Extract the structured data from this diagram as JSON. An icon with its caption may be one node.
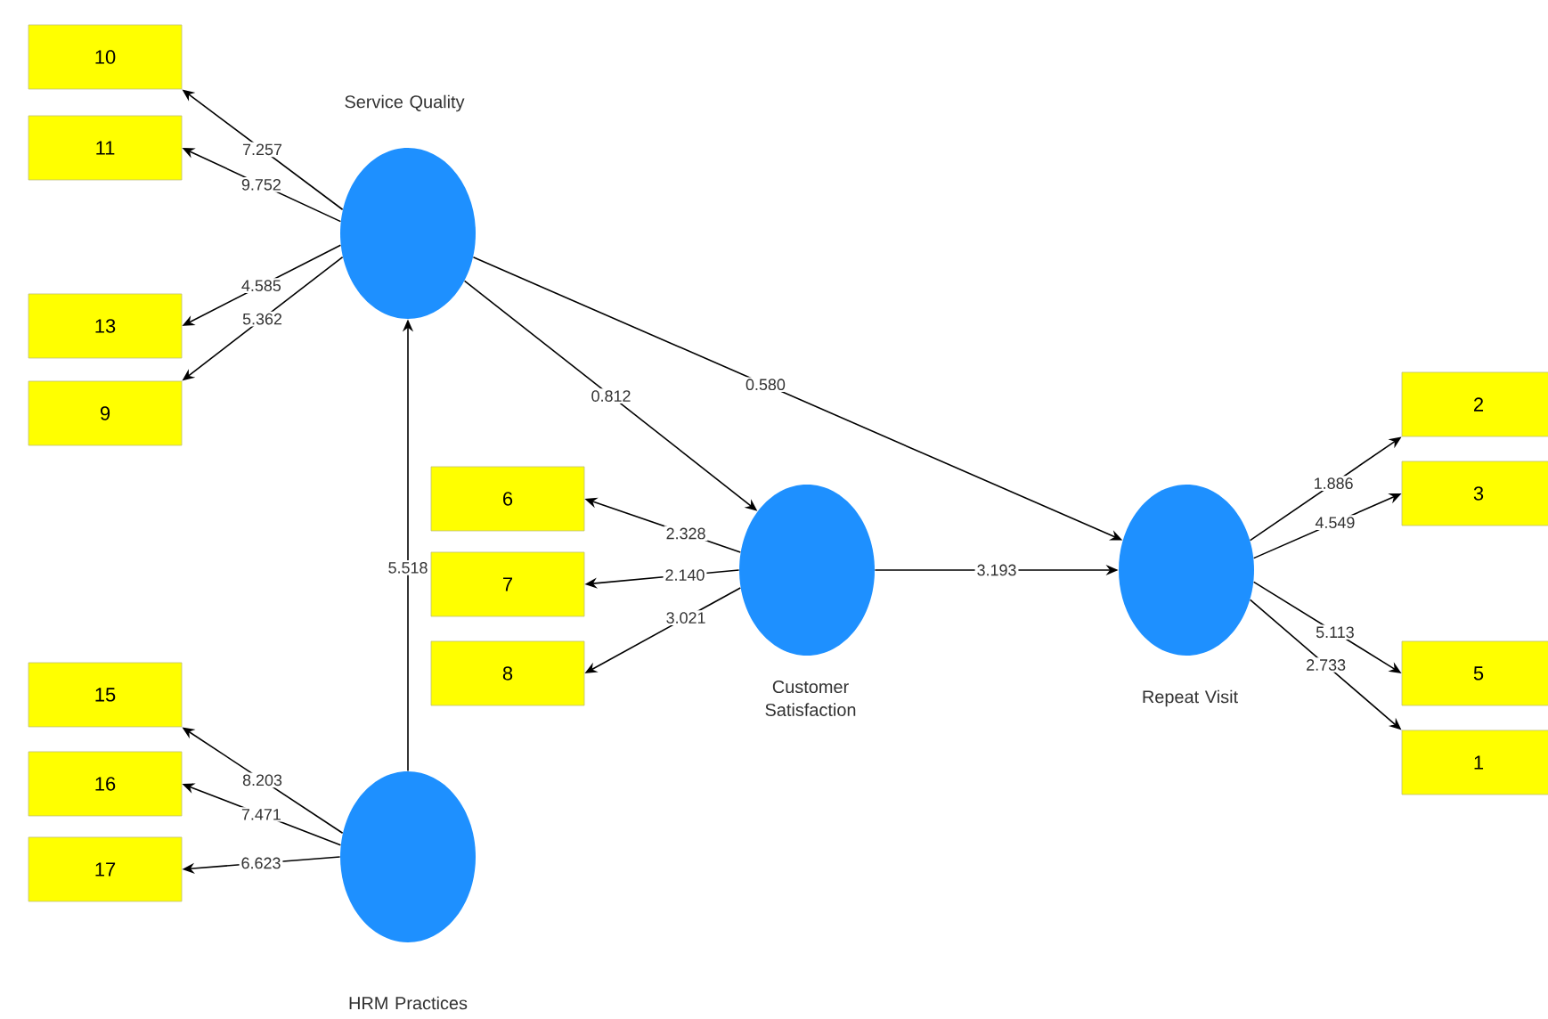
{
  "diagram": {
    "nodes": [
      {
        "text": [
          "10"
        ]
      },
      {
        "text": [
          "11"
        ]
      },
      {
        "text": [
          "Service Quality"
        ]
      },
      {
        "text": [
          "13"
        ]
      },
      {
        "text": [
          "9"
        ]
      },
      {
        "text": [
          "6"
        ]
      },
      {
        "text": [
          "7"
        ]
      },
      {
        "text": [
          "8"
        ]
      },
      {
        "text": [
          "Customer Satisfaction"
        ]
      },
      {
        "text": [
          "Repeat Visit"
        ]
      },
      {
        "text": [
          "2"
        ]
      },
      {
        "text": [
          "3"
        ]
      },
      {
        "text": [
          "5"
        ]
      },
      {
        "text": [
          "1"
        ]
      },
      {
        "text": [
          "15"
        ]
      },
      {
        "text": [
          "16"
        ]
      },
      {
        "text": [
          "17"
        ]
      },
      {
        "text": [
          "HRM Practices"
        ]
      }
    ],
    "edges": [
      {
        "from": 2,
        "to": 0,
        "arrow": "to",
        "label": "7.257"
      },
      {
        "from": 2,
        "to": 1,
        "arrow": "to",
        "label": "9.752"
      },
      {
        "from": 2,
        "to": 3,
        "arrow": "to",
        "label": "4.585"
      },
      {
        "from": 2,
        "to": 4,
        "arrow": "to",
        "label": "5.362"
      },
      {
        "from": 17,
        "to": 2,
        "arrow": "to",
        "label": "5.518"
      },
      {
        "from": 2,
        "to": 8,
        "arrow": "to",
        "label": "0.812"
      },
      {
        "from": 2,
        "to": 9,
        "arrow": "to",
        "label": "0.580"
      },
      {
        "from": 8,
        "to": 5,
        "arrow": "to",
        "label": "2.328"
      },
      {
        "from": 8,
        "to": 6,
        "arrow": "to",
        "label": "2.140"
      },
      {
        "from": 8,
        "to": 7,
        "arrow": "to",
        "label": "3.021"
      },
      {
        "from": 8,
        "to": 9,
        "arrow": "to",
        "label": "3.193"
      },
      {
        "from": 9,
        "to": 10,
        "arrow": "to",
        "label": "1.886"
      },
      {
        "from": 9,
        "to": 11,
        "arrow": "to",
        "label": "4.549"
      },
      {
        "from": 9,
        "to": 12,
        "arrow": "to",
        "label": "5.113"
      },
      {
        "from": 9,
        "to": 13,
        "arrow": "to",
        "label": "2.733"
      },
      {
        "from": 17,
        "to": 14,
        "arrow": "to",
        "label": "8.203"
      },
      {
        "from": 17,
        "to": 15,
        "arrow": "to",
        "label": "7.471"
      },
      {
        "from": 17,
        "to": 16,
        "arrow": "to",
        "label": "6.623"
      }
    ]
  }
}
